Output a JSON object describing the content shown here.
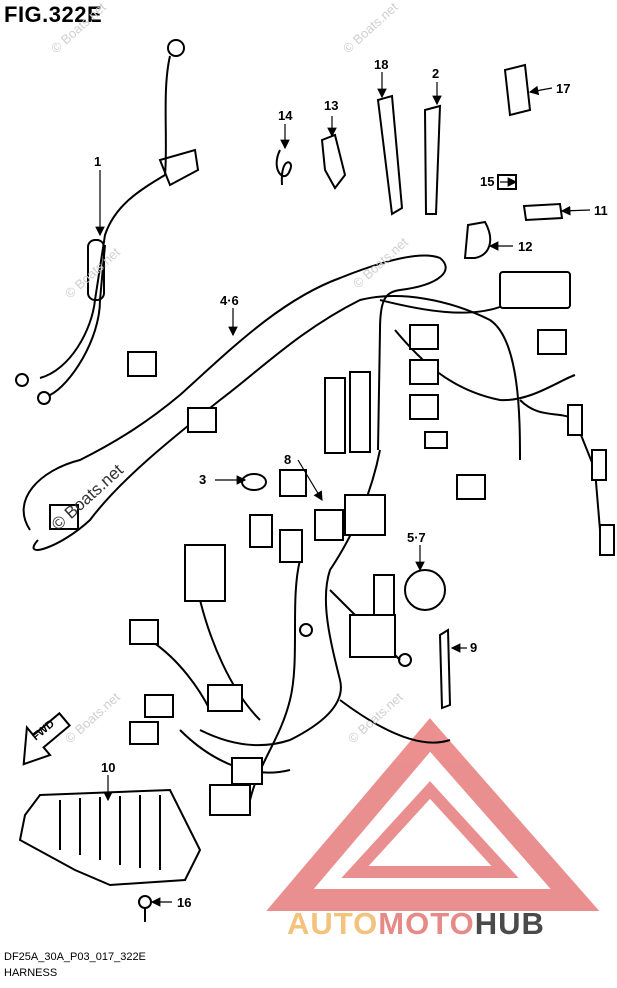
{
  "figure": {
    "title": "FIG.322E"
  },
  "watermarks": {
    "small": "© Boats.net",
    "main": "© Boats.net"
  },
  "callouts": [
    "1",
    "2",
    "3",
    "4·6",
    "5·7",
    "8",
    "9",
    "10",
    "11",
    "12",
    "13",
    "14",
    "15",
    "16",
    "17",
    "18"
  ],
  "direction_arrow": {
    "label": "FWD"
  },
  "footer": {
    "code": "DF25A_30A_P03_017_322E",
    "name": "HARNESS"
  },
  "brand": {
    "part1": "AUTO",
    "part2": "MOTO",
    "part3": "HUB",
    "colors": {
      "light": "#f3c27c",
      "pink": "#e58a86",
      "dark": "#4a4a4a",
      "logo": "#e46a6a"
    }
  }
}
